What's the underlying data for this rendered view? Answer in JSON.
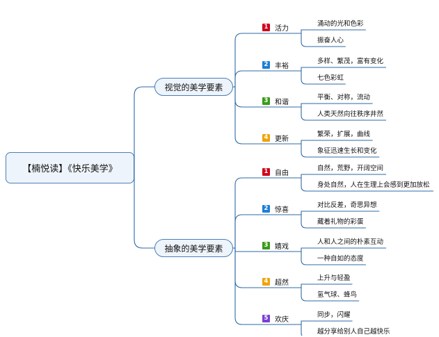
{
  "root": {
    "label": "【楠悦读】《快乐美学》"
  },
  "colors": {
    "line": "#2e6aa6",
    "node_border": "#4a7db5",
    "node_fill": "#eef4fb",
    "badge": {
      "1": "#d0021b",
      "2": "#1e7ed6",
      "3": "#3c9a1a",
      "4": "#f0a30a",
      "5": "#7b3fd1"
    }
  },
  "branches": [
    {
      "label": "视觉的美学要素",
      "topics": [
        {
          "num": "1",
          "label": "活力",
          "leaves": [
            "涌动的光和色彩",
            "振奋人心"
          ]
        },
        {
          "num": "2",
          "label": "丰裕",
          "leaves": [
            "多样、繁茂，富有变化",
            "七色彩虹"
          ]
        },
        {
          "num": "3",
          "label": "和谐",
          "leaves": [
            "平衡、对称，流动",
            "人类天然向往秩序井然"
          ]
        },
        {
          "num": "4",
          "label": "更新",
          "leaves": [
            "繁荣，扩展，曲线",
            "象征迅速生长和变化"
          ]
        }
      ]
    },
    {
      "label": "抽象的美学要素",
      "topics": [
        {
          "num": "1",
          "label": "自由",
          "leaves": [
            "自然，荒野，开阔空间",
            "身处自然，人在生理上会感到更加放松"
          ]
        },
        {
          "num": "2",
          "label": "惊喜",
          "leaves": [
            "对比反差，奇思异想",
            "藏着礼物的彩蛋"
          ]
        },
        {
          "num": "3",
          "label": "嬉戏",
          "leaves": [
            "人和人之间的朴素互动",
            "一种自如的态度"
          ]
        },
        {
          "num": "4",
          "label": "超然",
          "leaves": [
            "上升与轻盈",
            "氢气球、蜂鸟"
          ]
        },
        {
          "num": "5",
          "label": "欢庆",
          "leaves": [
            "同步，闪耀",
            "越分享给别人自己越快乐"
          ]
        }
      ]
    }
  ]
}
